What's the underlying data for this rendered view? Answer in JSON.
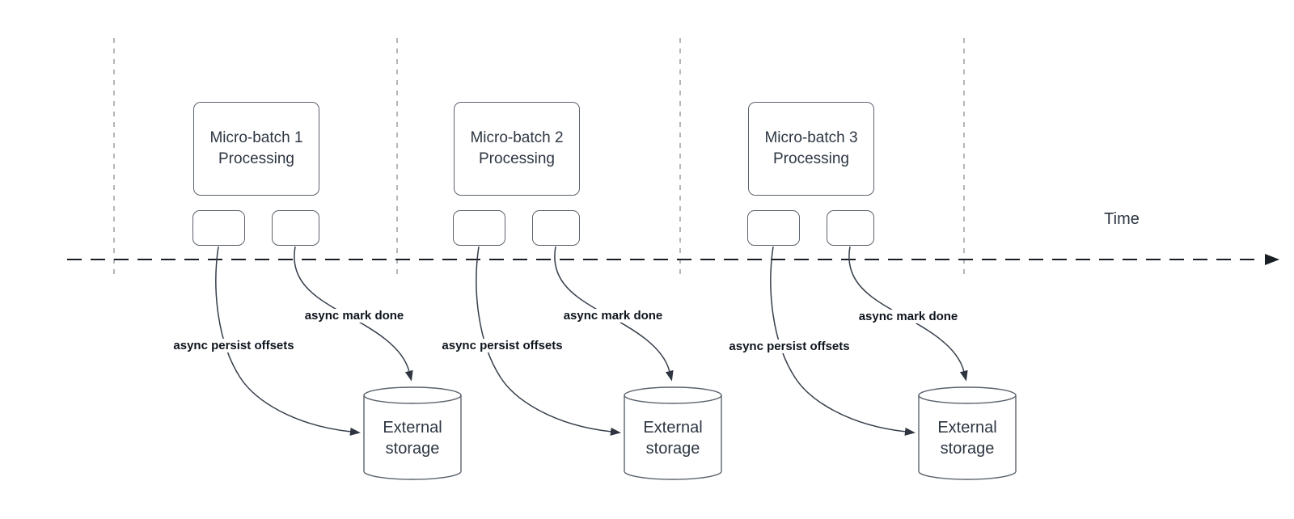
{
  "timeline": {
    "label": "Time"
  },
  "batches": [
    {
      "title_line1": "Micro-batch 1",
      "title_line2": "Processing",
      "persist_label": "async persist offsets",
      "mark_label": "async mark done",
      "storage": {
        "line1": "External",
        "line2": "storage"
      }
    },
    {
      "title_line1": "Micro-batch 2",
      "title_line2": "Processing",
      "persist_label": "async persist offsets",
      "mark_label": "async mark done",
      "storage": {
        "line1": "External",
        "line2": "storage"
      }
    },
    {
      "title_line1": "Micro-batch 3",
      "title_line2": "Processing",
      "persist_label": "async persist offsets",
      "mark_label": "async mark done",
      "storage": {
        "line1": "External",
        "line2": "storage"
      }
    }
  ],
  "colors": {
    "timeline_axis": "#191f24",
    "lane_divider": "#9aa0a6",
    "connector": "#353e4a",
    "shape_border": "#5c636c",
    "text": "#2d3642",
    "label_text": "#0e141d"
  }
}
